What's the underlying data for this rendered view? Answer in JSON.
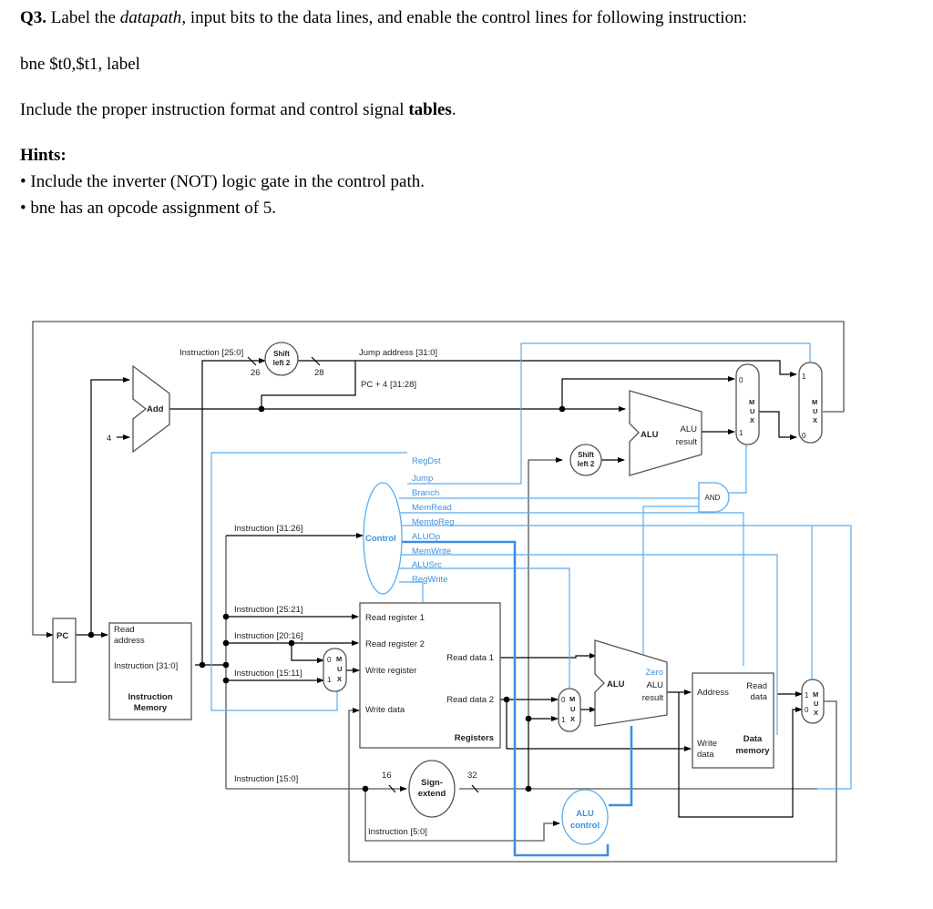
{
  "question": {
    "number": "Q3.",
    "text_a": " Label the ",
    "text_italic": "datapath",
    "text_b": ", input bits to the data lines, and enable the control lines for following instruction:",
    "instruction": "bne $t0,$t1, label",
    "include_a": "Include the proper instruction format and control signal ",
    "include_bold": "tables",
    "include_b": ".",
    "hints_title": "Hints:",
    "hints": [
      "• Include the inverter (NOT) logic gate in the control path.",
      "• bne has an opcode assignment of 5."
    ]
  },
  "diagram": {
    "pc": "PC",
    "four": "4",
    "add": "Add",
    "instr_mem": {
      "read": "Read",
      "address": "address",
      "instr": "Instruction [31:0]",
      "title1": "Instruction",
      "title2": "Memory"
    },
    "shift_top": {
      "l1": "Shift",
      "l2": "left 2"
    },
    "shift_mid": {
      "l1": "Shift",
      "l2": "left 2"
    },
    "bits": {
      "b26": "26",
      "b28": "28",
      "b16": "16",
      "b32": "32"
    },
    "labels": {
      "instr_25_0": "Instruction [25:0]",
      "jump_addr": "Jump address [31:0]",
      "pc4": "PC + 4 [31:28]",
      "instr_31_26": "Instruction [31:26]",
      "instr_25_21": "Instruction [25:21]",
      "instr_20_16": "Instruction [20:16]",
      "instr_15_11": "Instruction [15:11]",
      "instr_15_0": "Instruction [15:0]",
      "instr_5_0": "Instruction [5:0]"
    },
    "control": {
      "name": "Control",
      "signals": [
        "RegDst",
        "Jump",
        "Branch",
        "MemRead",
        "MemtoReg",
        "ALUOp",
        "MemWrite",
        "ALUSrc",
        "RegWrite"
      ]
    },
    "registers": {
      "rr1": "Read register 1",
      "rr2": "Read register 2",
      "wr": "Write register",
      "wd": "Write data",
      "rd1": "Read data 1",
      "rd2": "Read data 2",
      "title": "Registers"
    },
    "sign_extend": {
      "l1": "Sign-",
      "l2": "extend"
    },
    "alu_main": {
      "name": "ALU",
      "zero": "Zero",
      "r1": "ALU",
      "r2": "result"
    },
    "alu_branch": {
      "name": "ALU",
      "r1": "ALU",
      "r2": "result"
    },
    "alu_control": {
      "l1": "ALU",
      "l2": "control"
    },
    "and_gate": "AND",
    "data_mem": {
      "address": "Address",
      "read1": "Read",
      "read2": "data",
      "write1": "Write",
      "write2": "data",
      "title1": "Data",
      "title2": "memory"
    },
    "mux": {
      "m": "M",
      "u": "U",
      "x": "X",
      "zero": "0",
      "one": "1"
    }
  }
}
